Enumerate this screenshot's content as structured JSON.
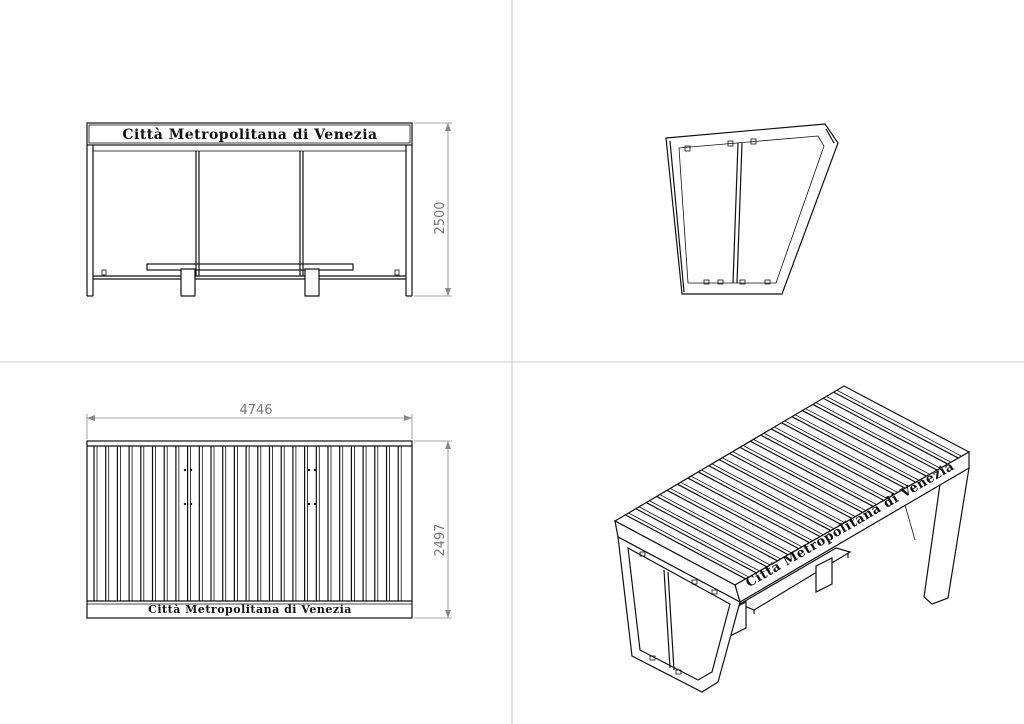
{
  "drawing": {
    "brand_text": "Città Metropolitana di Venezia",
    "dimensions": {
      "front_height": "2500",
      "top_width": "4746",
      "top_depth": "2497"
    }
  }
}
